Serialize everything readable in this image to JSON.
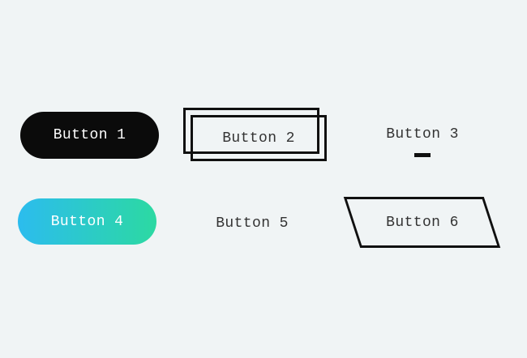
{
  "page": {
    "background_color": "#f0f4f5",
    "text_color": "#333333"
  },
  "buttons": [
    {
      "label": "Button 1",
      "variant": "solid-pill",
      "fill_color": "#0b0b0b",
      "text_color": "#ffffff"
    },
    {
      "label": "Button 2",
      "variant": "double-offset-outline",
      "border_color": "#101010",
      "text_color": "#333333"
    },
    {
      "label": "Button 3",
      "variant": "text-with-underline-dash",
      "text_color": "#333333",
      "dash_color": "#101010"
    },
    {
      "label": "Button 4",
      "variant": "gradient-pill",
      "gradient_start": "#2cbcee",
      "gradient_end": "#2cd9a2",
      "text_color": "#ffffff"
    },
    {
      "label": "Button 5",
      "variant": "plain-text",
      "text_color": "#333333"
    },
    {
      "label": "Button 6",
      "variant": "parallelogram-outline",
      "border_color": "#101010",
      "text_color": "#333333"
    }
  ]
}
